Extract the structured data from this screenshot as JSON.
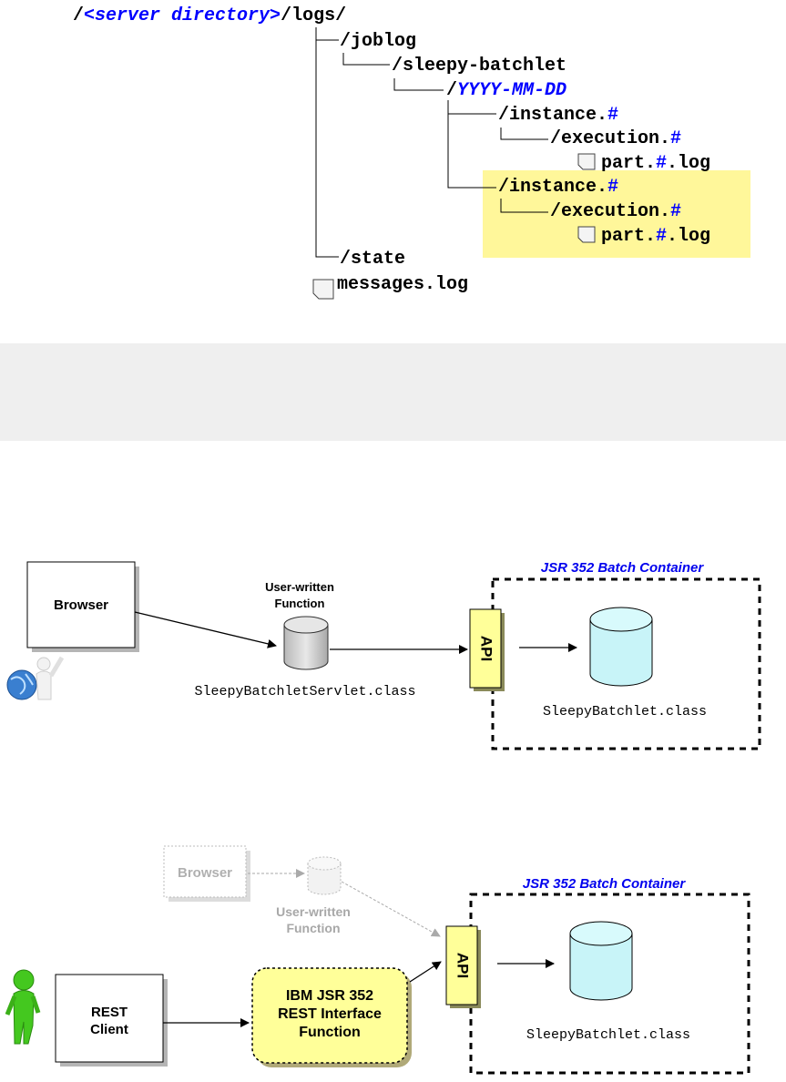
{
  "tree": {
    "colors": {
      "text": "#000000",
      "blue": "#0000ff",
      "highlight": "#fff79a"
    },
    "root": {
      "prefix": "/",
      "var": "<server directory>",
      "suffix": "/logs/"
    },
    "joblog": "/joblog",
    "batchlet": "/sleepy-batchlet",
    "date": {
      "prefix": "/",
      "var": "YYYY-MM-DD"
    },
    "instance_prefix": "/instance.",
    "execution_prefix": "/execution.",
    "part_prefix": "part.",
    "part_suffix": ".log",
    "hash": "#",
    "state": "/state",
    "messages": "messages.log"
  },
  "diagram1": {
    "browser": "Browser",
    "function_line1": "User-written",
    "function_line2": "Function",
    "servlet_class": "SleepyBatchletServlet.class",
    "container_title": "JSR 352 Batch Container",
    "api": "API",
    "batchlet_class": "SleepyBatchlet.class"
  },
  "diagram2": {
    "browser": "Browser",
    "function_line1": "User-written",
    "function_line2": "Function",
    "rest_client_line1": "REST",
    "rest_client_line2": "Client",
    "ibm_line1": "IBM JSR 352",
    "ibm_line2": "REST Interface",
    "ibm_line3": "Function",
    "container_title": "JSR 352 Batch Container",
    "api": "API",
    "batchlet_class": "SleepyBatchlet.class"
  }
}
